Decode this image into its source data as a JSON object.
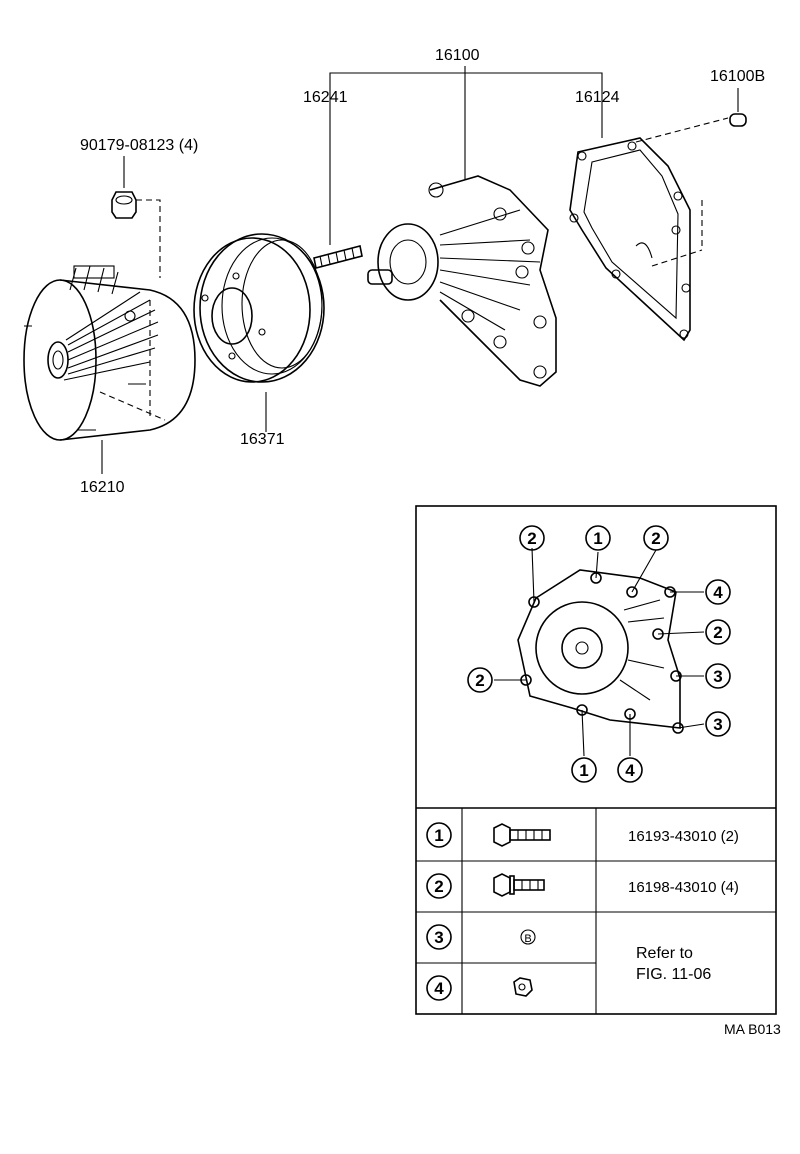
{
  "parts": {
    "water_pump_assy": "16100",
    "stud": "16241",
    "gasket": "16124",
    "pin": "16100B",
    "fan_clutch_nut": "90179-08123 (4)",
    "pulley": "16371",
    "fluid_coupling": "16210"
  },
  "detail": {
    "callouts": [
      "2",
      "1",
      "2",
      "4",
      "2",
      "3",
      "3",
      "2",
      "1",
      "4"
    ],
    "legend": [
      {
        "num": "1",
        "icon": "bolt-icon",
        "part": "16193-43010 (2)"
      },
      {
        "num": "2",
        "icon": "flange-bolt-icon",
        "part": "16198-43010 (4)"
      },
      {
        "num": "3",
        "icon": "circled-b-icon",
        "part": ""
      },
      {
        "num": "4",
        "icon": "nut-icon",
        "part": ""
      }
    ],
    "refer_line1": "Refer to",
    "refer_line2": "FIG. 11-06",
    "circled_b": "B"
  },
  "figure_code": "MA  B013"
}
